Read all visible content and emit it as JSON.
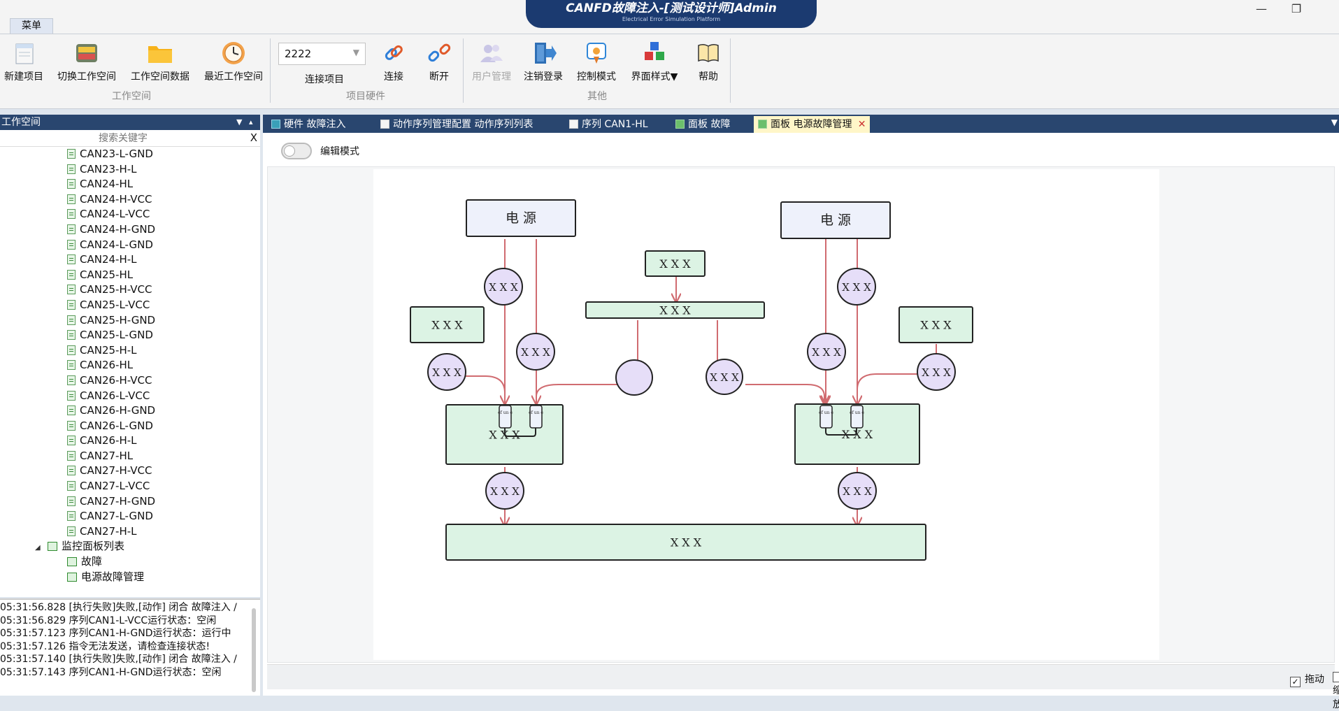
{
  "window": {
    "title": "CANFD故障注入-[测试设计师]Admin",
    "subtitle": "Electrical Error Simulation Platform",
    "minimize_icon": "minimize-icon",
    "restore_icon": "restore-icon"
  },
  "menu": {
    "label": "菜单"
  },
  "ribbon": {
    "new_project": "新建项目",
    "switch_workspace": "切换工作空间",
    "workspace_data": "工作空间数据",
    "recent_workspace": "最近工作空间",
    "group_workspace": "工作空间",
    "project_value": "2222",
    "connect_project": "连接项目",
    "connect": "连接",
    "disconnect": "断开",
    "group_hardware": "项目硬件",
    "user_management": "用户管理",
    "logout": "注销登录",
    "control_mode": "控制模式",
    "ui_style": "界面样式▼",
    "help": "帮助",
    "group_other": "其他"
  },
  "workspace": {
    "header": "工作空间",
    "search_placeholder": "搜索关键字",
    "clear": "X",
    "items": [
      "CAN23-L-GND",
      "CAN23-H-L",
      "CAN24-HL",
      "CAN24-H-VCC",
      "CAN24-L-VCC",
      "CAN24-H-GND",
      "CAN24-L-GND",
      "CAN24-H-L",
      "CAN25-HL",
      "CAN25-H-VCC",
      "CAN25-L-VCC",
      "CAN25-H-GND",
      "CAN25-L-GND",
      "CAN25-H-L",
      "CAN26-HL",
      "CAN26-H-VCC",
      "CAN26-L-VCC",
      "CAN26-H-GND",
      "CAN26-L-GND",
      "CAN26-H-L",
      "CAN27-HL",
      "CAN27-H-VCC",
      "CAN27-L-VCC",
      "CAN27-H-GND",
      "CAN27-L-GND",
      "CAN27-H-L"
    ],
    "panel_group": "监控面板列表",
    "panel_items": [
      "故障",
      "电源故障管理"
    ]
  },
  "log": [
    "05:31:56.828 [执行失败]失败,[动作] 闭合 故障注入 /",
    "05:31:56.829 序列CAN1-L-VCC运行状态：空闲",
    "05:31:57.123 序列CAN1-H-GND运行状态：运行中",
    "05:31:57.126 指令无法发送，请检查连接状态!",
    "05:31:57.140 [执行失败]失败,[动作] 闭合 故障注入 /",
    "05:31:57.143 序列CAN1-H-GND运行状态：空闲"
  ],
  "tabs": [
    "硬件 故障注入",
    "动作序列管理配置 动作序列列表",
    "序列 CAN1-HL",
    "面板 故障",
    "面板 电源故障管理"
  ],
  "editor": {
    "edit_mode": "编辑模式",
    "drag": "拖动",
    "zoom": "缩放"
  },
  "diagram": {
    "power_left": "电 源",
    "power_right": "电 源",
    "placeholder": "X X X",
    "connector_label": "ef un e",
    "colors": {
      "box_fill": "#dcf3e4",
      "power_fill": "#eef1fb",
      "circle_fill": "#e6def8",
      "wire": "#d06b70"
    }
  },
  "colors": {
    "header_blue": "#29466f",
    "title_blue": "#1b3a70",
    "active_tab": "#fff6c8"
  }
}
